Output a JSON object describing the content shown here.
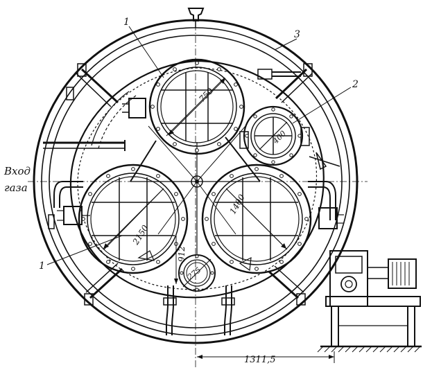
{
  "labels": {
    "inlet_line1": "Вход",
    "inlet_line2": "газа",
    "callout_1_top": "1",
    "callout_1_bottom": "1",
    "callout_2": "2",
    "callout_3": "3"
  },
  "dimensions": {
    "top_port": "750",
    "small_port": "400",
    "right_port": "1400",
    "left_port": "2150",
    "vertical": "912",
    "bottom_port": "275",
    "base_offset": "1311,5"
  }
}
